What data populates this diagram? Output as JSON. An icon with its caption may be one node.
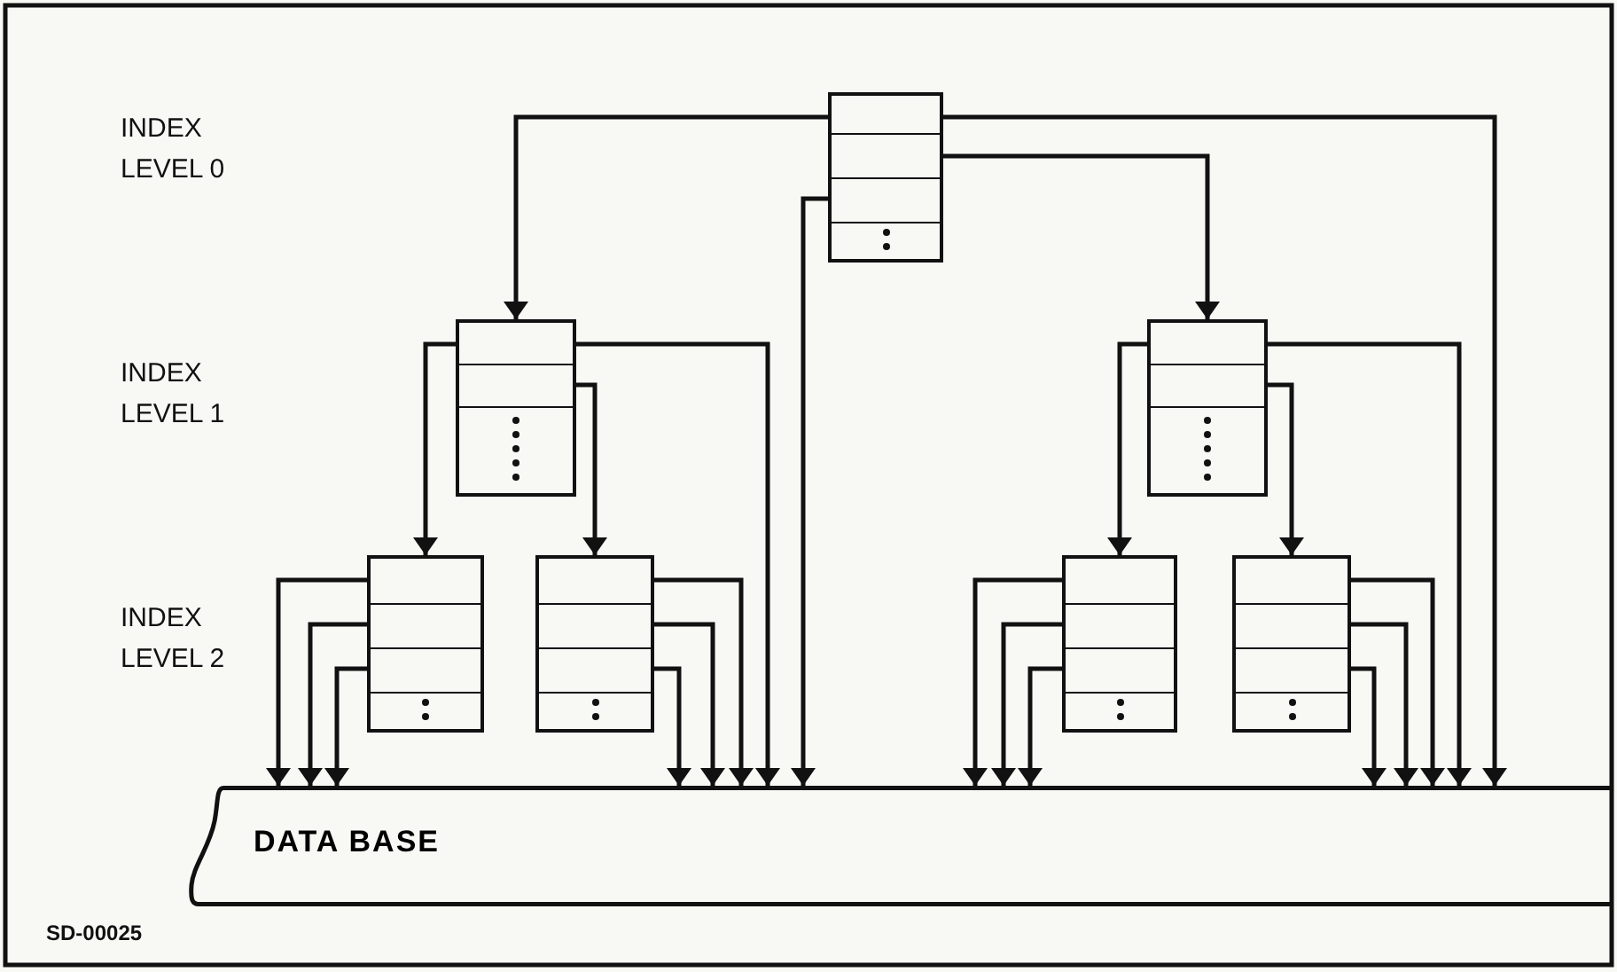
{
  "diagram": {
    "nodes": [
      {
        "text": [],
        "shape": "box"
      },
      {
        "text": [],
        "shape": "box"
      },
      {
        "text": [],
        "shape": "box"
      },
      {
        "text": [],
        "shape": "box"
      },
      {
        "text": [],
        "shape": "box"
      },
      {
        "text": [],
        "shape": "box"
      },
      {
        "text": [],
        "shape": "box"
      },
      {
        "text": [
          "DATA BASE"
        ]
      }
    ],
    "edges": [
      {
        "from": 0,
        "to": 1,
        "arrow": "to"
      },
      {
        "from": 0,
        "to": 2,
        "arrow": "to"
      },
      {
        "from": 0,
        "to": 7,
        "arrow": "to"
      },
      {
        "from": 0,
        "to": 7,
        "arrow": "to"
      },
      {
        "from": 1,
        "to": 3,
        "arrow": "to"
      },
      {
        "from": 1,
        "to": 4,
        "arrow": "to"
      },
      {
        "from": 1,
        "to": 7,
        "arrow": "to"
      },
      {
        "from": 2,
        "to": 5,
        "arrow": "to"
      },
      {
        "from": 2,
        "to": 6,
        "arrow": "to"
      },
      {
        "from": 2,
        "to": 7,
        "arrow": "to"
      },
      {
        "from": 3,
        "to": 7,
        "arrow": "to"
      },
      {
        "from": 3,
        "to": 7,
        "arrow": "to"
      },
      {
        "from": 3,
        "to": 7,
        "arrow": "to"
      },
      {
        "from": 4,
        "to": 7,
        "arrow": "to"
      },
      {
        "from": 4,
        "to": 7,
        "arrow": "to"
      },
      {
        "from": 4,
        "to": 7,
        "arrow": "to"
      },
      {
        "from": 5,
        "to": 7,
        "arrow": "to"
      },
      {
        "from": 5,
        "to": 7,
        "arrow": "to"
      },
      {
        "from": 5,
        "to": 7,
        "arrow": "to"
      },
      {
        "from": 6,
        "to": 7,
        "arrow": "to"
      },
      {
        "from": 6,
        "to": 7,
        "arrow": "to"
      },
      {
        "from": 6,
        "to": 7,
        "arrow": "to"
      }
    ],
    "labels": [
      "INDEX LEVEL 0",
      "INDEX LEVEL 1",
      "INDEX LEVEL 2",
      "SD-00025"
    ]
  }
}
